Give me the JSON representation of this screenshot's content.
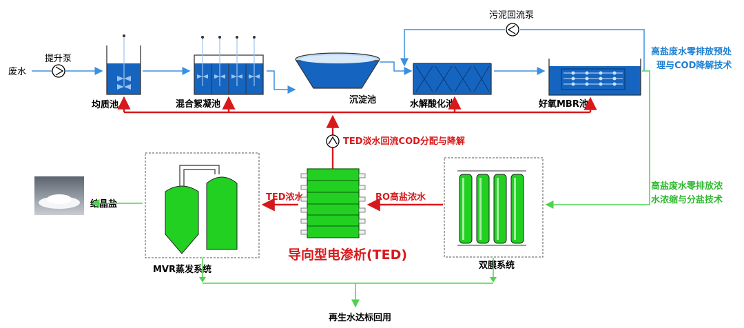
{
  "labels": {
    "wastewater": "废水",
    "lift_pump": "提升泵",
    "equalization_tank": "均质池",
    "coagulation_tank": "混合絮凝池",
    "sedimentation_tank": "沉淀池",
    "hydrolysis_tank": "水解酸化池",
    "aerobic_mbr_tank": "好氧MBR池",
    "sludge_return_pump": "污泥回流泵",
    "ted_return": "TED淡水回流COD分配与降解",
    "ted_concentrate": "TED浓水",
    "ro_concentrate": "RO高盐浓水",
    "ted_title": "导向型电渗析(TED)",
    "crystal_salt": "结晶盐",
    "mvr_system": "MVR蒸发系统",
    "dual_membrane": "双膜系统",
    "reclaimed_water": "再生水达标回用"
  },
  "side_notes": {
    "pretreatment_line1": "高盐废水零排放预处",
    "pretreatment_line2": "理与COD降解技术",
    "concentration_line1": "高盐废水零排放浓",
    "concentration_line2": "水浓缩与分盐技术"
  },
  "colors": {
    "blue_flow": "#3b8fe0",
    "red_flow": "#d7191c",
    "green_flow": "#4fd24f",
    "water": "#1565c0",
    "membrane_green": "#22d022"
  }
}
